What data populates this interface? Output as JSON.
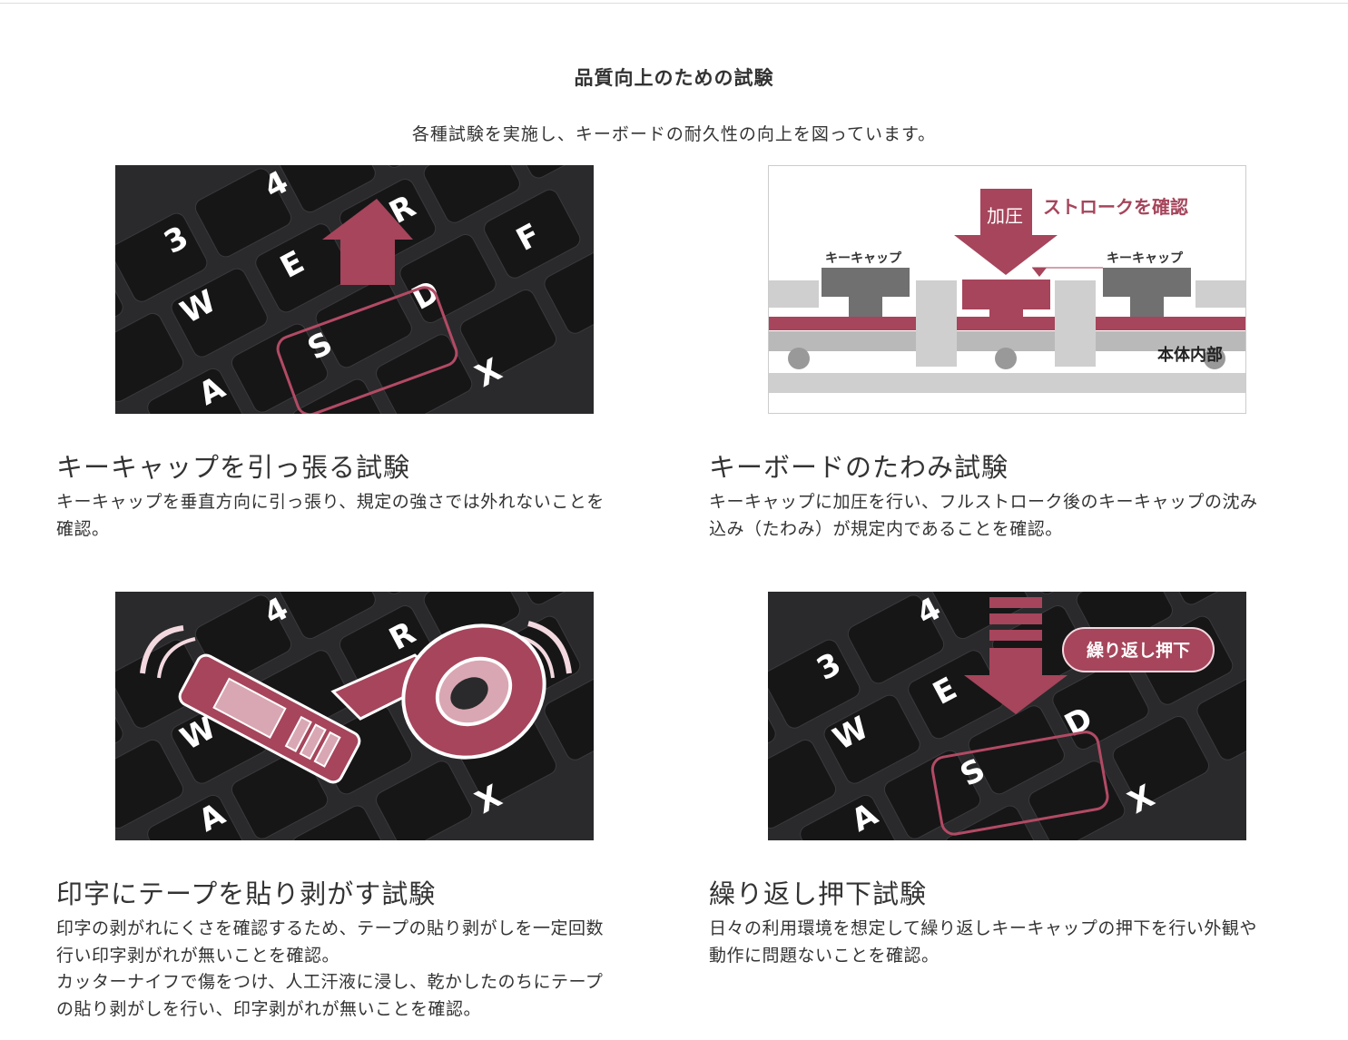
{
  "section": {
    "title": "品質向上のための試験",
    "lead": "各種試験を実施し、キーボードの耐久性の向上を図っています。"
  },
  "accent_color": "#a6455b",
  "tests": [
    {
      "heading": "キーキャップを引っ張る試験",
      "body_lines": [
        "キーキャップを垂直方向に引っ張り、規定の強さでは外れないことを",
        "確認。"
      ],
      "image_icon": "keyboard-pull-arrow-illustration"
    },
    {
      "heading": "キーボードのたわみ試験",
      "body_lines": [
        "キーキャップに加圧を行い、フルストローク後のキーキャップの沈み",
        "込み（たわみ）が規定内であることを確認。"
      ],
      "diagram": {
        "pressure_label": "加圧",
        "stroke_label": "ストロークを確認",
        "keycap_left_label": "キーキャップ",
        "keycap_right_label": "キーキャップ",
        "body_label": "本体内部"
      }
    },
    {
      "heading": "印字にテープを貼り剥がす試験",
      "body_lines": [
        "印字の剥がれにくさを確認するため、テープの貼り剥がしを一定回数",
        "行い印字剥がれが無いことを確認。",
        "カッターナイフで傷をつけ、人工汗液に浸し、乾かしたのちにテープ",
        "の貼り剥がしを行い、印字剥がれが無いことを確認。"
      ],
      "image_icon": "cutter-and-tape-illustration"
    },
    {
      "heading": "繰り返し押下試験",
      "body_lines": [
        "日々の利用環境を想定して繰り返しキーキャップの押下を行い外観や",
        "動作に問題ないことを確認。"
      ],
      "image_badge": "繰り返し押下",
      "image_icon": "repeated-press-arrow-illustration"
    }
  ]
}
